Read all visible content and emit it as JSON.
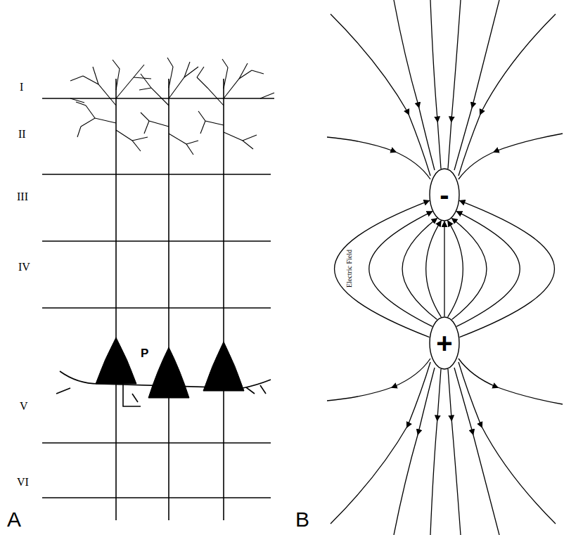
{
  "diagram": {
    "nodes": [
      {
        "text": [
          "-"
        ]
      },
      {
        "text": [
          "+"
        ]
      }
    ],
    "edges": [
      {
        "from": 1,
        "to": 0,
        "arrow": "to"
      },
      {
        "from": 1,
        "to": 0,
        "arrow": "to"
      },
      {
        "from": 1,
        "to": 0,
        "arrow": "to"
      },
      {
        "from": 1,
        "to": 0,
        "arrow": "to"
      },
      {
        "from": 1,
        "to": 0,
        "arrow": "to"
      },
      {
        "from": 1,
        "to": 0,
        "arrow": "to"
      },
      {
        "from": 1,
        "to": 0,
        "arrow": "to"
      },
      {
        "from": 1,
        "to": 0,
        "arrow": "to"
      },
      {
        "from": 1,
        "to": 0,
        "arrow": "to"
      }
    ],
    "labels": [
      "I",
      "II",
      "III",
      "IV",
      "V",
      "VI",
      "P",
      "A",
      "B",
      "Electric Field"
    ]
  }
}
